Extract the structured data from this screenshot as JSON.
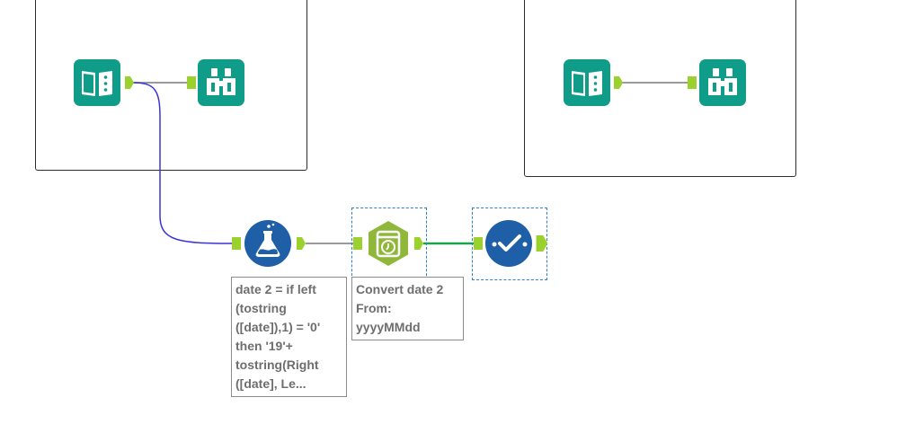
{
  "canvas": {
    "background": "#ffffff",
    "colors": {
      "input_tool": "#0f9d8a",
      "browse_tool": "#0f9d8a",
      "formula_tool": "#1f5fa8",
      "datetime_tool": "#8fb83a",
      "select_tool": "#1f5fa8",
      "anchor": "#9ad12d",
      "selected_wire": "#3a35d8",
      "active_wire": "#19a34a",
      "wire": "#9a9a9a",
      "selection": "#2c7fd1"
    }
  },
  "containers": [
    {
      "id": "container-left",
      "tools": [
        "input-data-icon",
        "browse-icon"
      ]
    },
    {
      "id": "container-right",
      "tools": [
        "input-data-icon",
        "browse-icon"
      ]
    }
  ],
  "workflow": {
    "formula": {
      "icon": "formula-flask-icon",
      "annotation": "date 2 = if left\n(tostring\n([date]),1) = '0'\nthen '19'+\ntostring(Right\n([date], Le..."
    },
    "datetime": {
      "icon": "datetime-clock-icon",
      "annotation": "Convert date 2\nFrom:\nyyyyMMdd"
    },
    "select": {
      "icon": "select-check-icon"
    }
  }
}
